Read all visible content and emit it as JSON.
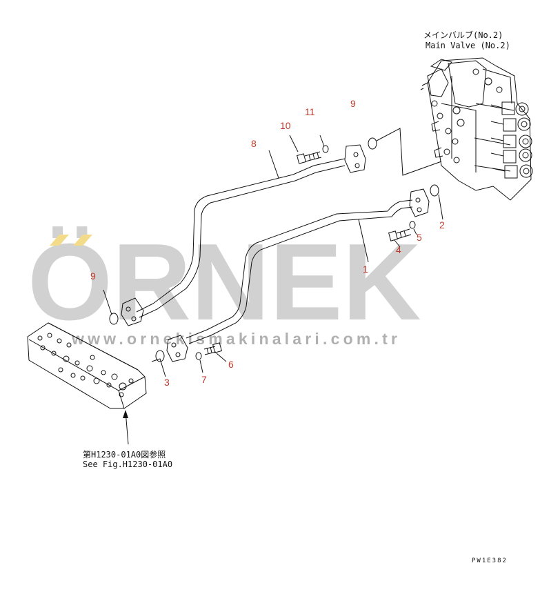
{
  "diagram": {
    "main_valve_label_jp": "メインバルブ(No.2)",
    "main_valve_label_en": "Main Valve (No.2)",
    "reference_label_jp": "第H1230-01A0図参照",
    "reference_label_en": "See Fig.H1230-01A0",
    "drawing_code": "PW1E382",
    "callouts": {
      "c1": "1",
      "c2": "2",
      "c3": "3",
      "c4": "4",
      "c5": "5",
      "c6": "6",
      "c7": "7",
      "c8": "8",
      "c9a": "9",
      "c9b": "9",
      "c10": "10",
      "c11": "11"
    },
    "callout_color": "#c0392b"
  },
  "watermark": {
    "brand": "ÖRNEK",
    "url": "www.ornekismakinalari.com.tr",
    "color": "#c9c9c9",
    "accent_color": "#f2dc8a"
  }
}
